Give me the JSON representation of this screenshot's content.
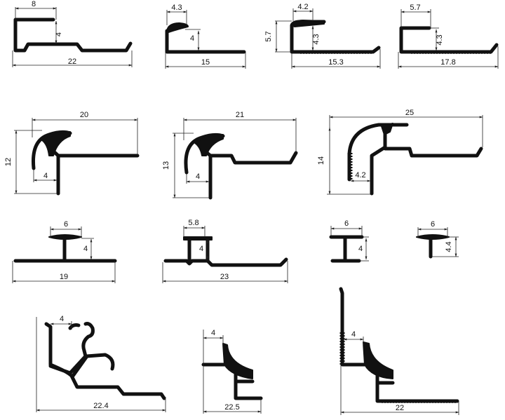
{
  "profiles": [
    {
      "id": "p1",
      "dims": [
        "8",
        "4",
        "22"
      ]
    },
    {
      "id": "p2",
      "dims": [
        "4.3",
        "4",
        "15"
      ]
    },
    {
      "id": "p3",
      "dims": [
        "4.2",
        "5.7",
        "4.3",
        "15.3"
      ]
    },
    {
      "id": "p4",
      "dims": [
        "5.7",
        "4.3",
        "17.8"
      ]
    },
    {
      "id": "p5",
      "dims": [
        "20",
        "12",
        "4"
      ]
    },
    {
      "id": "p6",
      "dims": [
        "21",
        "13",
        "4"
      ]
    },
    {
      "id": "p7",
      "dims": [
        "25",
        "14",
        "4.2"
      ]
    },
    {
      "id": "p8",
      "dims": [
        "6",
        "4",
        "19"
      ]
    },
    {
      "id": "p9",
      "dims": [
        "5.8",
        "4",
        "23"
      ]
    },
    {
      "id": "p10",
      "dims": [
        "6",
        "4"
      ]
    },
    {
      "id": "p11",
      "dims": [
        "6",
        "4.4"
      ]
    },
    {
      "id": "p12",
      "dims": [
        "4",
        "22.4"
      ]
    },
    {
      "id": "p13",
      "dims": [
        "4",
        "22.5"
      ]
    },
    {
      "id": "p14",
      "dims": [
        "4",
        "22"
      ]
    }
  ]
}
